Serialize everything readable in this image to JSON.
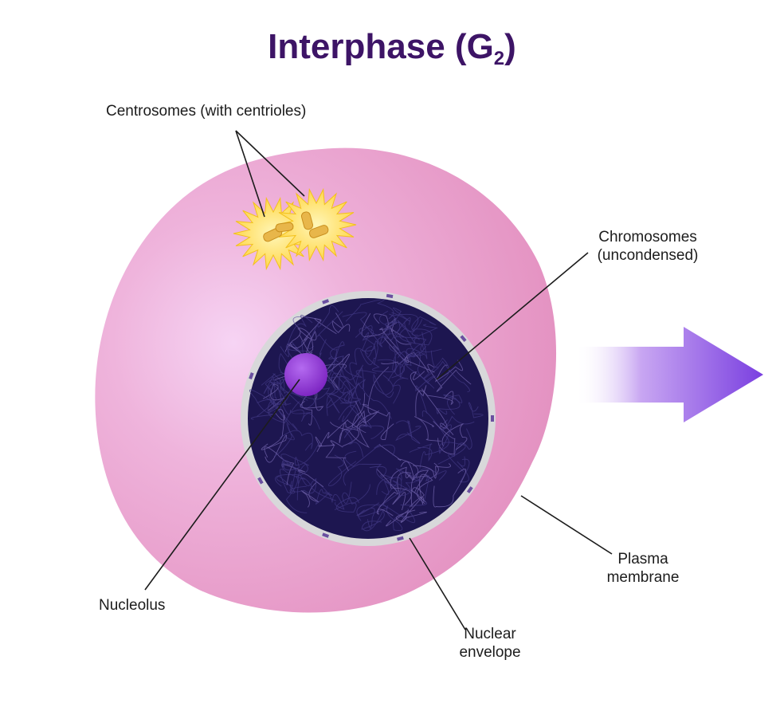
{
  "title": {
    "main": "Interphase (G",
    "subscript": "2",
    "close": ")"
  },
  "labels": {
    "centrosomes": "Centrosomes (with centrioles)",
    "chromosomes_line1": "Chromosomes",
    "chromosomes_line2": "(uncondensed)",
    "plasma_line1": "Plasma",
    "plasma_line2": "membrane",
    "nucleolus": "Nucleolus",
    "nuclear_line1": "Nuclear",
    "nuclear_line2": "envelope"
  },
  "colors": {
    "title": "#3d1466",
    "cell_outer": "#e38fbf",
    "cell_inner_highlight": "#f3c6ee",
    "nucleus": "#1d1650",
    "nuclear_envelope": "#d8d8da",
    "nucleolus": "#8a2fd1",
    "centrosome": "#ffd84a",
    "centriole": "#e8b64a",
    "arrow": "#7a3fe0",
    "leader_line": "#1c1c1c"
  }
}
